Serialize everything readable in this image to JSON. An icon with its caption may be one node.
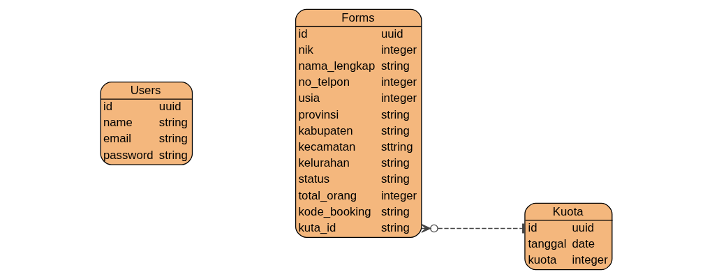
{
  "diagram": {
    "nodes": [
      {
        "text": [
          "Users",
          "id",
          "uuid",
          "name",
          "string",
          "email",
          "string",
          "password",
          "string"
        ]
      },
      {
        "text": [
          "Forms",
          "id",
          "uuid",
          "nik",
          "integer",
          "nama_lengkap",
          "string",
          "no_telpon",
          "integer",
          "usia",
          "integer",
          "provinsi",
          "string",
          "kabupaten",
          "string",
          "kecamatan",
          "sttring",
          "kelurahan",
          "string",
          "status",
          "string",
          "total_orang",
          "integer",
          "kode_booking",
          "string",
          "kuta_id",
          "string"
        ]
      },
      {
        "text": [
          "Kuota",
          "id",
          "uuid",
          "tanggal",
          "date",
          "kuota",
          "integer"
        ]
      }
    ],
    "edges": [
      {
        "from": 1,
        "to": 2,
        "arrow": "other",
        "style": "dashed"
      }
    ]
  }
}
